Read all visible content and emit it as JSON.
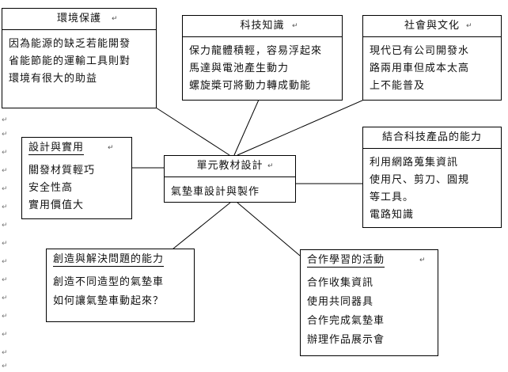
{
  "paragraph_mark": "↵",
  "center": {
    "title": "單元教材設計",
    "lines": [
      "氣墊車設計與製作"
    ]
  },
  "boxes": [
    {
      "id": "environment",
      "title": "環境保護",
      "lines": [
        "因為能源的缺乏若能開發",
        "省能節能的運輸工具則對",
        "環境有很大的助益"
      ]
    },
    {
      "id": "technology",
      "title": "科技知識",
      "lines": [
        "保力龍體積輕，容易浮起來",
        "馬達與電池產生動力",
        "螺旋槳可將動力轉成動能"
      ]
    },
    {
      "id": "society",
      "title": "社會與文化",
      "lines": [
        "現代已有公司開發水",
        "路兩用車但成本太高",
        "上不能普及"
      ]
    },
    {
      "id": "design",
      "title": "設計與實用",
      "lines": [
        "關發材質輕巧",
        "安全性高",
        "實用價值大"
      ]
    },
    {
      "id": "tech-products",
      "title": "結合科技產品的能力",
      "lines": [
        "利用網路蒐集資訊",
        "使用尺、剪刀、圓規",
        "等工具。",
        "電路知識"
      ]
    },
    {
      "id": "problem-solving",
      "title": "創造與解決問題的能力",
      "lines": [
        "創造不同造型的氣墊車",
        "如何讓氣墊車動起來？"
      ]
    },
    {
      "id": "cooperative",
      "title": "合作學習的活動",
      "lines": [
        "合作收集資訊",
        "使用共同器具",
        "合作完成氣墊車",
        "辦理作品展示會"
      ]
    }
  ]
}
